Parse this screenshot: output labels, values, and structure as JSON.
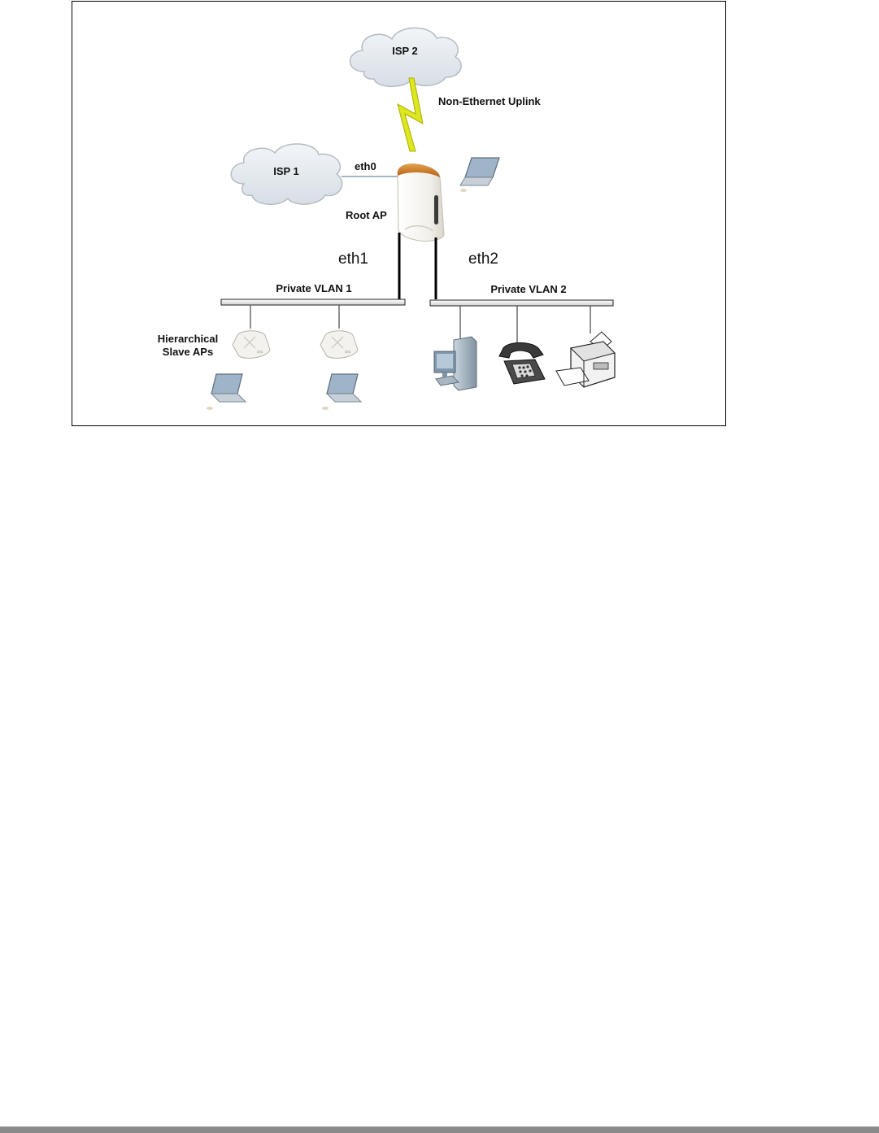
{
  "diagram": {
    "nodes": {
      "isp2": "ISP 2",
      "isp1": "ISP 1",
      "root_ap": "Root AP",
      "slave_aps_line1": "Hierarchical",
      "slave_aps_line2": "Slave APs"
    },
    "links": {
      "uplink": "Non-Ethernet Uplink",
      "eth0": "eth0",
      "eth1": "eth1",
      "eth2": "eth2"
    },
    "vlans": {
      "vlan1": "Private VLAN 1",
      "vlan2": "Private VLAN 2"
    },
    "colors": {
      "cloud_fill": "#e6ebf0",
      "cloud_stroke": "#b4bcc4",
      "lightning": "#dde61e",
      "eth0_line": "#6a8aa8",
      "device_orange": "#c9781e",
      "laptop_screen": "#9fb4c8"
    }
  }
}
